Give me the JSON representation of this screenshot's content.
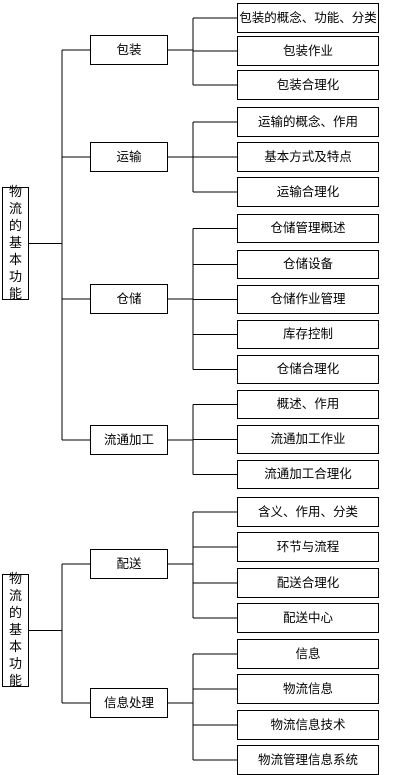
{
  "trees": [
    {
      "root": "物流的基本功能",
      "branches": [
        {
          "label": "包装",
          "leaves": [
            "包装的概念、功能、分类",
            "包装作业",
            "包装合理化"
          ]
        },
        {
          "label": "运输",
          "leaves": [
            "运输的概念、作用",
            "基本方式及特点",
            "运输合理化"
          ]
        },
        {
          "label": "仓储",
          "leaves": [
            "仓储管理概述",
            "仓储设备",
            "仓储作业管理",
            "库存控制",
            "仓储合理化"
          ]
        },
        {
          "label": "流通加工",
          "leaves": [
            "概述、作用",
            "流通加工作业",
            "流通加工合理化"
          ]
        }
      ]
    },
    {
      "root": "物流的基本功能",
      "branches": [
        {
          "label": "配送",
          "leaves": [
            "含义、作用、分类",
            "环节与流程",
            "配送合理化",
            "配送中心"
          ]
        },
        {
          "label": "信息处理",
          "leaves": [
            "信息",
            "物流信息",
            "物流信息技术",
            "物流管理信息系统"
          ]
        }
      ]
    }
  ]
}
